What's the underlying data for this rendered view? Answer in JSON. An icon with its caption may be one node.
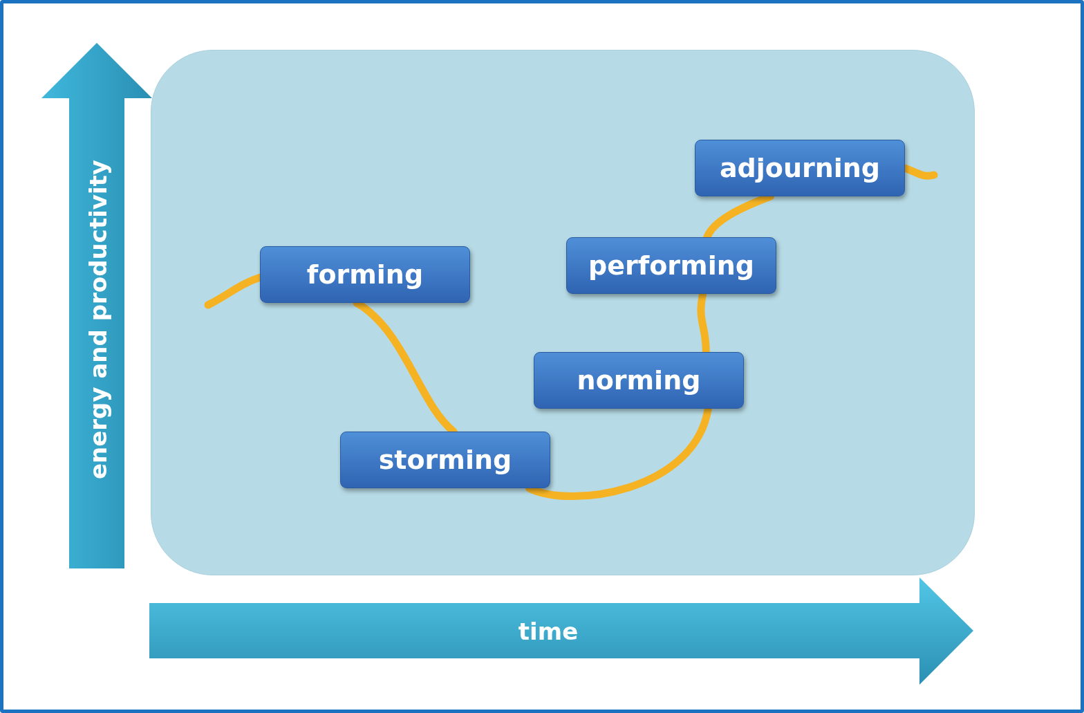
{
  "diagram": {
    "nodes": [
      {
        "text": [],
        "shape": "box"
      },
      {
        "text": [
          "forming"
        ],
        "in": 0
      },
      {
        "text": [
          "storming"
        ],
        "in": 0
      },
      {
        "text": [
          "norming"
        ],
        "in": 0
      },
      {
        "text": [
          "performing"
        ],
        "in": 0
      },
      {
        "text": [
          "adjourning"
        ],
        "in": 0
      }
    ],
    "edges": [
      {
        "from": null,
        "to": 1,
        "arrow": "none"
      },
      {
        "from": 1,
        "to": 2,
        "arrow": "none"
      },
      {
        "from": 2,
        "to": 3,
        "arrow": "none"
      },
      {
        "from": 3,
        "to": 4,
        "arrow": "none"
      },
      {
        "from": 4,
        "to": 5,
        "arrow": "none"
      },
      {
        "from": 5,
        "to": null,
        "arrow": "none"
      }
    ],
    "labels": [
      "energy and productivity",
      "time"
    ]
  }
}
